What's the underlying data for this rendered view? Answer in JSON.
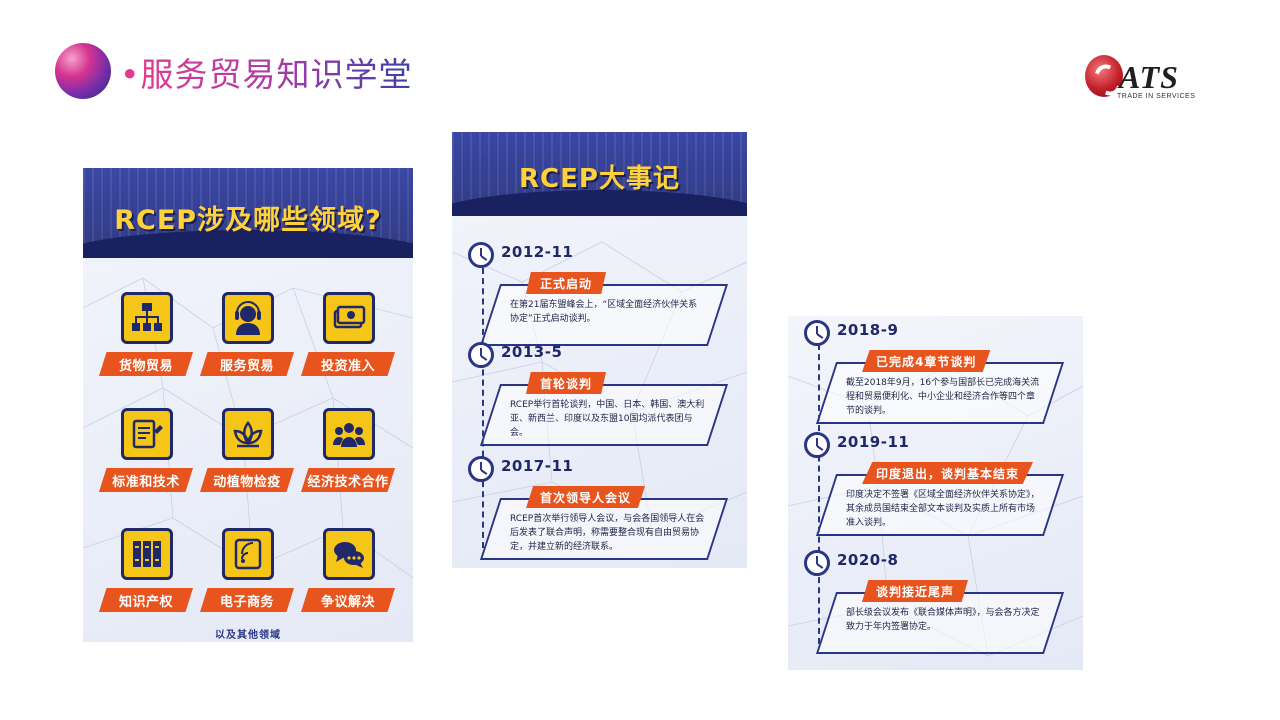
{
  "header": {
    "title": "•服务贸易知识学堂",
    "brand": {
      "word": "ATS",
      "sub": "TRADE IN SERVICES"
    }
  },
  "colors": {
    "navy": "#2b3586",
    "orange": "#e8541e",
    "yellow": "#f5c518"
  },
  "areas_poster": {
    "title": "RCEP涉及哪些领域?",
    "tiles": [
      {
        "label": "货物贸易",
        "icon": "org-chart-icon"
      },
      {
        "label": "服务贸易",
        "icon": "headset-agent-icon"
      },
      {
        "label": "投资准入",
        "icon": "cash-stack-icon"
      },
      {
        "label": "标准和技术",
        "icon": "document-pen-icon"
      },
      {
        "label": "动植物检疫",
        "icon": "lotus-icon"
      },
      {
        "label": "经济技术合作",
        "icon": "people-group-icon"
      },
      {
        "label": "知识产权",
        "icon": "books-icon"
      },
      {
        "label": "电子商务",
        "icon": "tablet-signal-icon"
      },
      {
        "label": "争议解决",
        "icon": "chat-bubbles-icon"
      }
    ],
    "footer": "以及其他领域"
  },
  "timeline_poster": {
    "title": "RCEP大事记",
    "events": [
      {
        "date": "2012-11",
        "tag": "正式启动",
        "text": "在第21届东盟峰会上，“区域全面经济伙伴关系协定”正式启动谈判。"
      },
      {
        "date": "2013-5",
        "tag": "首轮谈判",
        "text": "RCEP举行首轮谈判，中国、日本、韩国、澳大利亚、新西兰、印度以及东盟10国均派代表团与会。"
      },
      {
        "date": "2017-11",
        "tag": "首次领导人会议",
        "text": "RCEP首次举行领导人会议，与会各国领导人在会后发表了联合声明，称需要整合现有自由贸易协定，并建立新的经济联系。"
      }
    ]
  },
  "timeline_poster_2": {
    "events": [
      {
        "date": "2018-9",
        "tag": "已完成4章节谈判",
        "text": "截至2018年9月，16个参与国部长已完成海关流程和贸易便利化、中小企业和经济合作等四个章节的谈判。"
      },
      {
        "date": "2019-11",
        "tag": "印度退出，谈判基本结束",
        "text": "印度决定不签署《区域全面经济伙伴关系协定》，其余成员国结束全部文本谈判及实质上所有市场准入谈判。"
      },
      {
        "date": "2020-8",
        "tag": "谈判接近尾声",
        "text": "部长级会议发布《联合媒体声明》，与会各方决定致力于年内签署协定。"
      }
    ]
  }
}
